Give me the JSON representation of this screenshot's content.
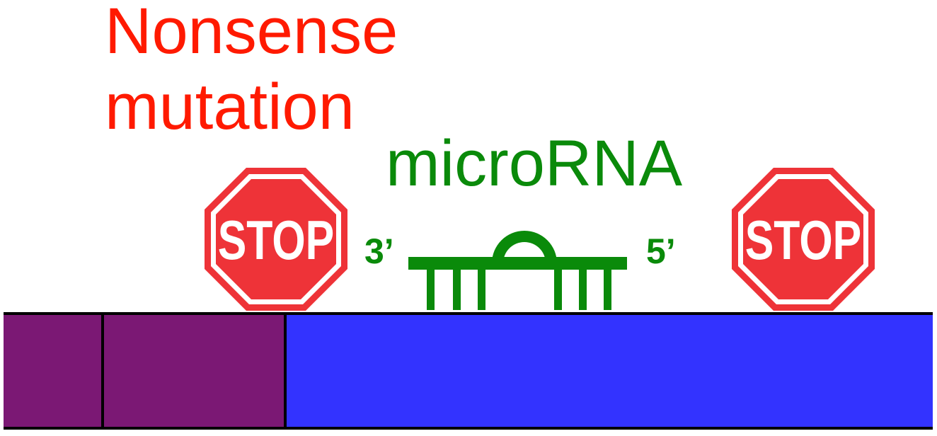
{
  "labels": {
    "nonsense_line1": "Nonsense",
    "nonsense_line2": "mutation",
    "microrna": "microRNA",
    "three_prime": "3’",
    "five_prime": "5’"
  },
  "stop_signs": [
    {
      "text": "STOP"
    },
    {
      "text": "STOP"
    }
  ],
  "colors": {
    "mutation_text": "#ff1a00",
    "microrna": "#0a8a0a",
    "stop_red": "#ee3338",
    "purple_region": "#7b1874",
    "blue_region": "#3333ff"
  }
}
